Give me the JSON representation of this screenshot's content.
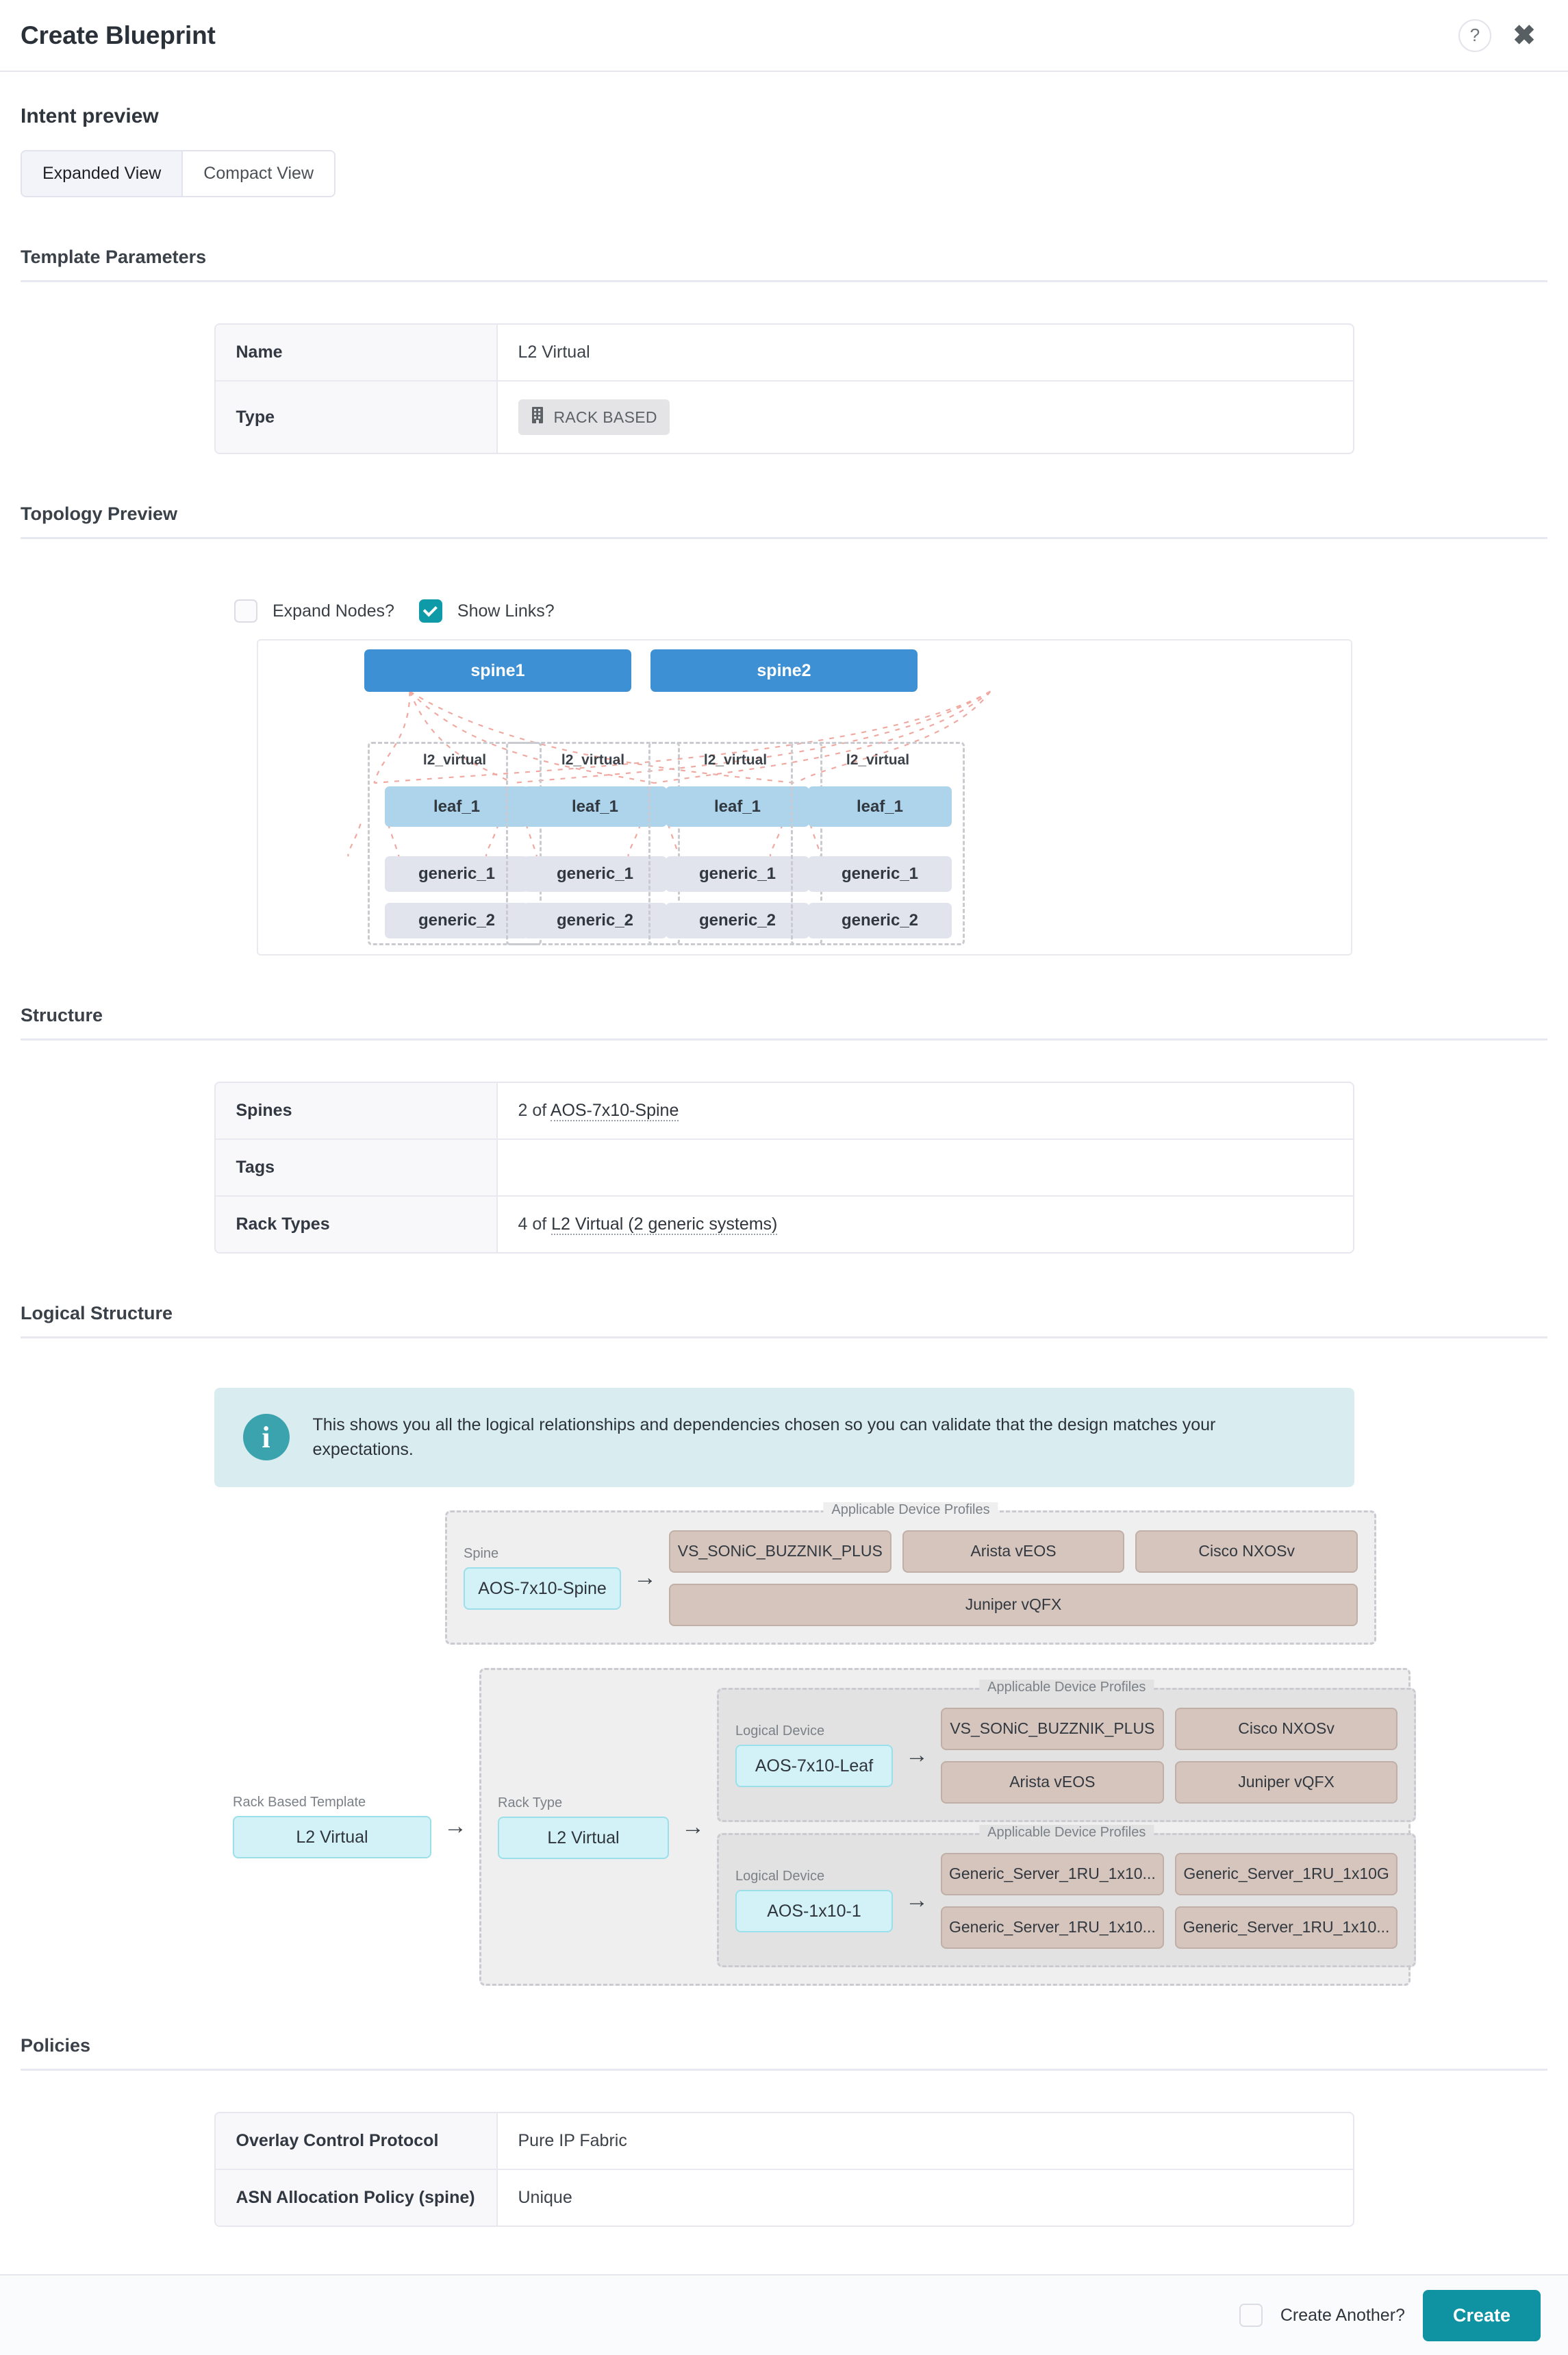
{
  "header": {
    "title": "Create Blueprint",
    "help_icon": "question-mark-icon",
    "close_icon": "close-icon"
  },
  "intent": {
    "title": "Intent preview",
    "views": [
      {
        "label": "Expanded View",
        "active": true
      },
      {
        "label": "Compact View",
        "active": false
      }
    ]
  },
  "sections": {
    "template_parameters": "Template Parameters",
    "topology_preview": "Topology Preview",
    "structure": "Structure",
    "logical_structure": "Logical Structure",
    "policies": "Policies"
  },
  "template_parameters": {
    "rows": [
      {
        "key": "Name",
        "value": "L2 Virtual",
        "type": "text"
      },
      {
        "key": "Type",
        "value": "RACK BASED",
        "type": "badge"
      }
    ]
  },
  "topology": {
    "controls": [
      {
        "label": "Expand Nodes?",
        "checked": false
      },
      {
        "label": "Show Links?",
        "checked": true
      }
    ],
    "spines": [
      {
        "label": "spine1"
      },
      {
        "label": "spine2"
      }
    ],
    "racks": [
      {
        "label": "l2_virtual",
        "leaf": "leaf_1",
        "generics": [
          "generic_1",
          "generic_2"
        ]
      },
      {
        "label": "l2_virtual",
        "leaf": "leaf_1",
        "generics": [
          "generic_1",
          "generic_2"
        ]
      },
      {
        "label": "l2_virtual",
        "leaf": "leaf_1",
        "generics": [
          "generic_1",
          "generic_2"
        ]
      },
      {
        "label": "l2_virtual",
        "leaf": "leaf_1",
        "generics": [
          "generic_1",
          "generic_2"
        ]
      }
    ],
    "colors": {
      "spine": "#3d90d3",
      "leaf": "#aed4ec",
      "generic": "#e1e4ec",
      "link": "#f0a9a1"
    }
  },
  "structure": {
    "rows": [
      {
        "key": "Spines",
        "prefix": "2 of ",
        "link": "AOS-7x10-Spine"
      },
      {
        "key": "Tags",
        "prefix": "",
        "link": ""
      },
      {
        "key": "Rack Types",
        "prefix": "4 of ",
        "link": "L2 Virtual (2 generic systems)"
      }
    ]
  },
  "logical_structure": {
    "info_icon": "info-icon",
    "info_text": "This shows you all the logical relationships and dependencies chosen so you can validate that the design matches your expectations.",
    "spine_block": {
      "legend": "Applicable Device Profiles",
      "role_label": "Spine",
      "logical_device": "AOS-7x10-Spine",
      "arrow": "→",
      "profiles_row1": [
        "VS_SONiC_BUZZNIK_PLUS",
        "Arista vEOS",
        "Cisco NXOSv"
      ],
      "profiles_row2": [
        "Juniper vQFX"
      ]
    },
    "rack_template": {
      "label": "Rack Based Template",
      "value": "L2 Virtual",
      "arrow": "→"
    },
    "rack_type": {
      "label": "Rack Type",
      "value": "L2 Virtual",
      "arrow": "→"
    },
    "leaf_block": {
      "legend": "Applicable Device Profiles",
      "role_label": "Logical Device",
      "logical_device": "AOS-7x10-Leaf",
      "arrow": "→",
      "profiles_row1": [
        "VS_SONiC_BUZZNIK_PLUS",
        "Cisco NXOSv"
      ],
      "profiles_row2": [
        "Arista vEOS",
        "Juniper vQFX"
      ]
    },
    "server_block": {
      "legend": "Applicable Device Profiles",
      "role_label": "Logical Device",
      "logical_device": "AOS-1x10-1",
      "arrow": "→",
      "profiles_row1": [
        "Generic_Server_1RU_1x10...",
        "Generic_Server_1RU_1x10G"
      ],
      "profiles_row2": [
        "Generic_Server_1RU_1x10...",
        "Generic_Server_1RU_1x10..."
      ]
    }
  },
  "policies": {
    "rows": [
      {
        "key": "Overlay Control Protocol",
        "value": "Pure IP Fabric"
      },
      {
        "key": "ASN Allocation Policy (spine)",
        "value": "Unique"
      }
    ]
  },
  "footer": {
    "create_another_label": "Create Another?",
    "create_another_checked": false,
    "create_label": "Create",
    "accent": "#0f93a3"
  }
}
